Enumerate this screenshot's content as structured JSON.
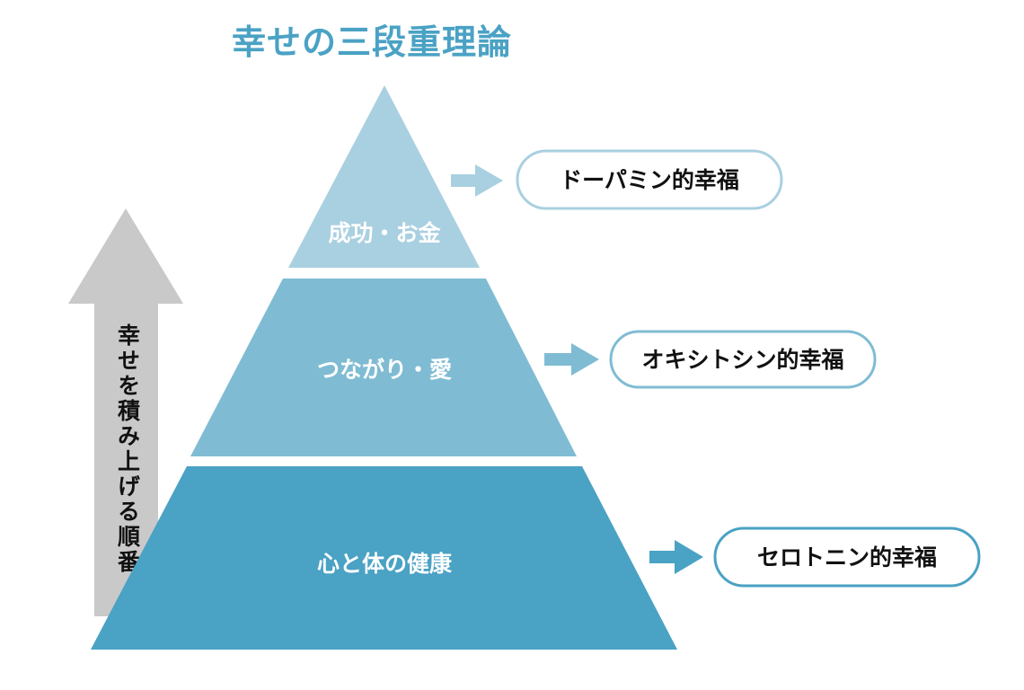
{
  "title": "幸せの三段重理論",
  "side_arrow": {
    "label": "幸せを積み上げる順番",
    "color": "#c9c9c9"
  },
  "tiers": [
    {
      "label": "成功・お金",
      "result": "ドーパミン的幸福",
      "color": "#a9d0e0"
    },
    {
      "label": "つながり・愛",
      "result": "オキシトシン的幸福",
      "color": "#7fbcd3"
    },
    {
      "label": "心と体の健康",
      "result": "セロトニン的幸福",
      "color": "#4aa2c4"
    }
  ]
}
